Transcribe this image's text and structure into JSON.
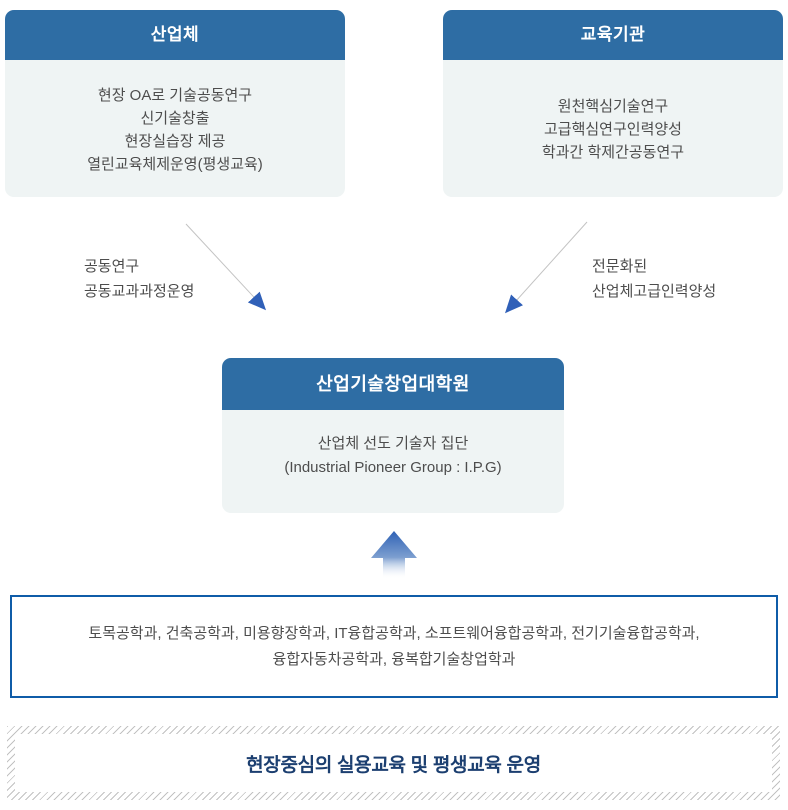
{
  "colors": {
    "header_blue": "#2e6da4",
    "box_body_bg": "#eff4f4",
    "body_text_gray": "#4d4d4d",
    "arrow_line_gray": "#c3c3c3",
    "arrow_blue": "#3060b8",
    "departments_border_blue": "#0f5ca8",
    "banner_text_navy": "#1c3f70",
    "hatch_gray": "#c2c2c2"
  },
  "industry_box": {
    "title": "산업체",
    "lines": [
      "현장 OA로 기술공동연구",
      "신기술창출",
      "현장실습장 제공",
      "열린교육체제운영(평생교육)"
    ]
  },
  "education_box": {
    "title": "교육기관",
    "lines": [
      "원천핵심기술연구",
      "고급핵심연구인력양성",
      "학과간 학제간공동연구"
    ]
  },
  "arrows": {
    "left_label_lines": [
      "공동연구",
      "공동교과과정운영"
    ],
    "right_label_lines": [
      "전문화된",
      "산업체고급인력양성"
    ]
  },
  "center_box": {
    "title": "산업기술창업대학원",
    "lines": [
      "산업체 선도 기술자 집단",
      "(Industrial Pioneer Group : I.P.G)"
    ]
  },
  "departments_box": {
    "lines": [
      "토목공학과, 건축공학과, 미용향장학과, IT융합공학과, 소프트웨어융합공학과, 전기기술융합공학과,",
      "융합자동차공학과, 융복합기술창업학과"
    ]
  },
  "banner": {
    "text": "현장중심의 실용교육 및 평생교육 운영"
  }
}
